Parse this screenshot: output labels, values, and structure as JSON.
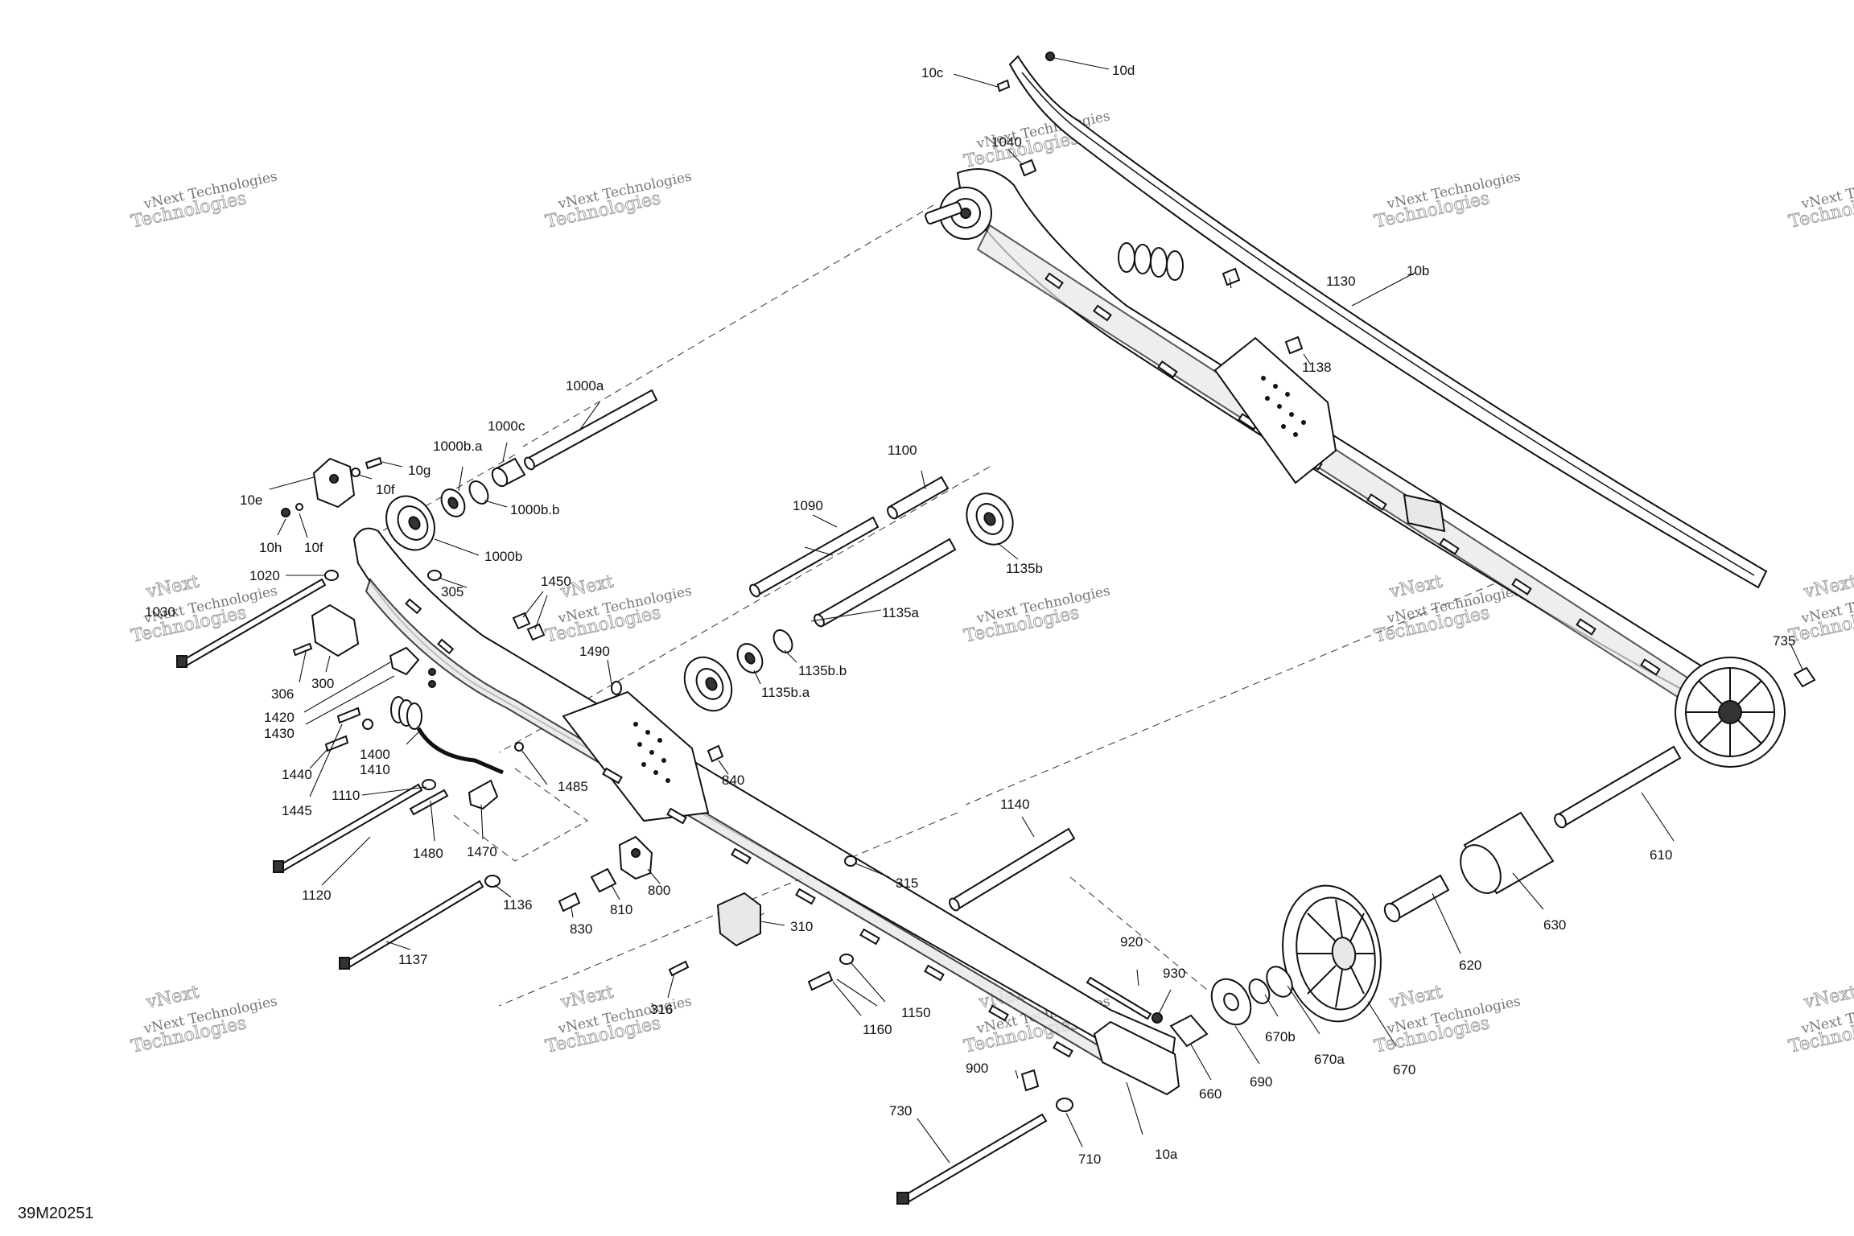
{
  "diagram_code": "39M20251",
  "watermark": {
    "line1": "vNext Technologies",
    "line2": "vNext",
    "line3": "Technologies"
  },
  "labels": {
    "10a": "10a",
    "10b": "10b",
    "10c": "10c",
    "10d": "10d",
    "10e": "10e",
    "10f": "10f",
    "10f2": "10f",
    "10g": "10g",
    "10h": "10h",
    "1000a": "1000a",
    "1000b": "1000b",
    "1000ba": "1000b.a",
    "1000bb": "1000b.b",
    "1000c": "1000c",
    "1020": "1020",
    "1030": "1030",
    "1040": "1040",
    "1090": "1090",
    "1100": "1100",
    "1110": "1110",
    "1120": "1120",
    "1130": "1130",
    "1135a": "1135a",
    "1135b": "1135b",
    "1135ba": "1135b.a",
    "1135bb": "1135b.b",
    "1136": "1136",
    "1137": "1137",
    "1138": "1138",
    "1140": "1140",
    "1150": "1150",
    "1160": "1160",
    "1400": "1400",
    "1410": "1410",
    "1420": "1420",
    "1430": "1430",
    "1440": "1440",
    "1445": "1445",
    "1450": "1450",
    "1470": "1470",
    "1480": "1480",
    "1485": "1485",
    "1490": "1490",
    "300": "300",
    "305": "305",
    "306": "306",
    "310": "310",
    "315": "315",
    "316": "316",
    "610": "610",
    "620": "620",
    "630": "630",
    "660": "660",
    "670": "670",
    "670a": "670a",
    "670b": "670b",
    "690": "690",
    "710": "710",
    "730": "730",
    "735": "735",
    "800": "800",
    "810": "810",
    "830": "830",
    "840": "840",
    "900": "900",
    "920": "920",
    "930": "930"
  }
}
